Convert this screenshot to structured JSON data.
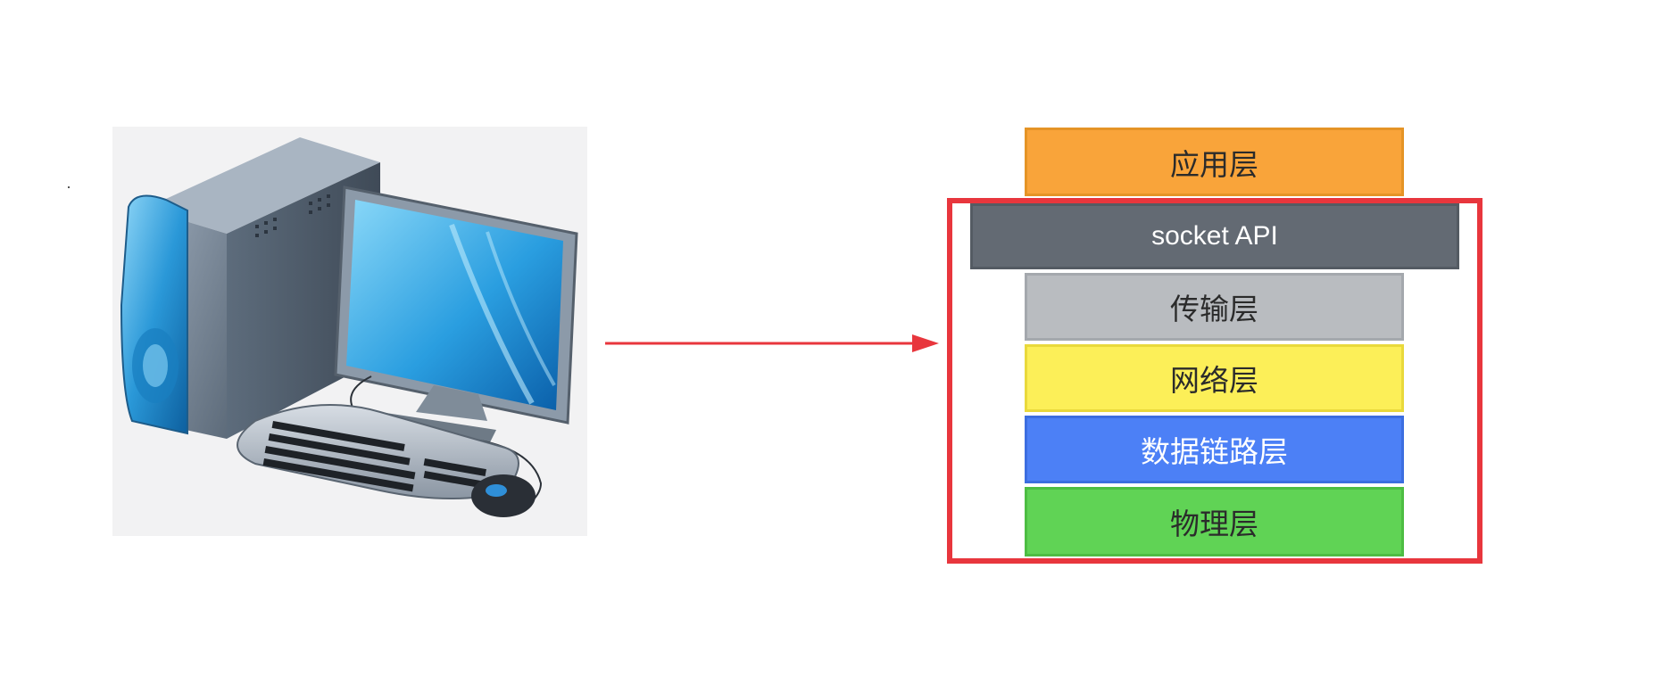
{
  "diagram": {
    "layers": {
      "application": "应用层",
      "socket": "socket API",
      "transport": "传输层",
      "network": "网络层",
      "datalink": "数据链路层",
      "physical": "物理层"
    },
    "colors": {
      "application": "#f9a43a",
      "socket": "#636a73",
      "transport": "#b9bcc0",
      "network": "#fcef58",
      "datalink": "#4c80f6",
      "physical": "#60d355",
      "highlight": "#e8363d",
      "arrow": "#e8363d"
    },
    "icons": {
      "computer": "desktop-computer-icon",
      "arrow": "arrow-right-icon"
    }
  }
}
